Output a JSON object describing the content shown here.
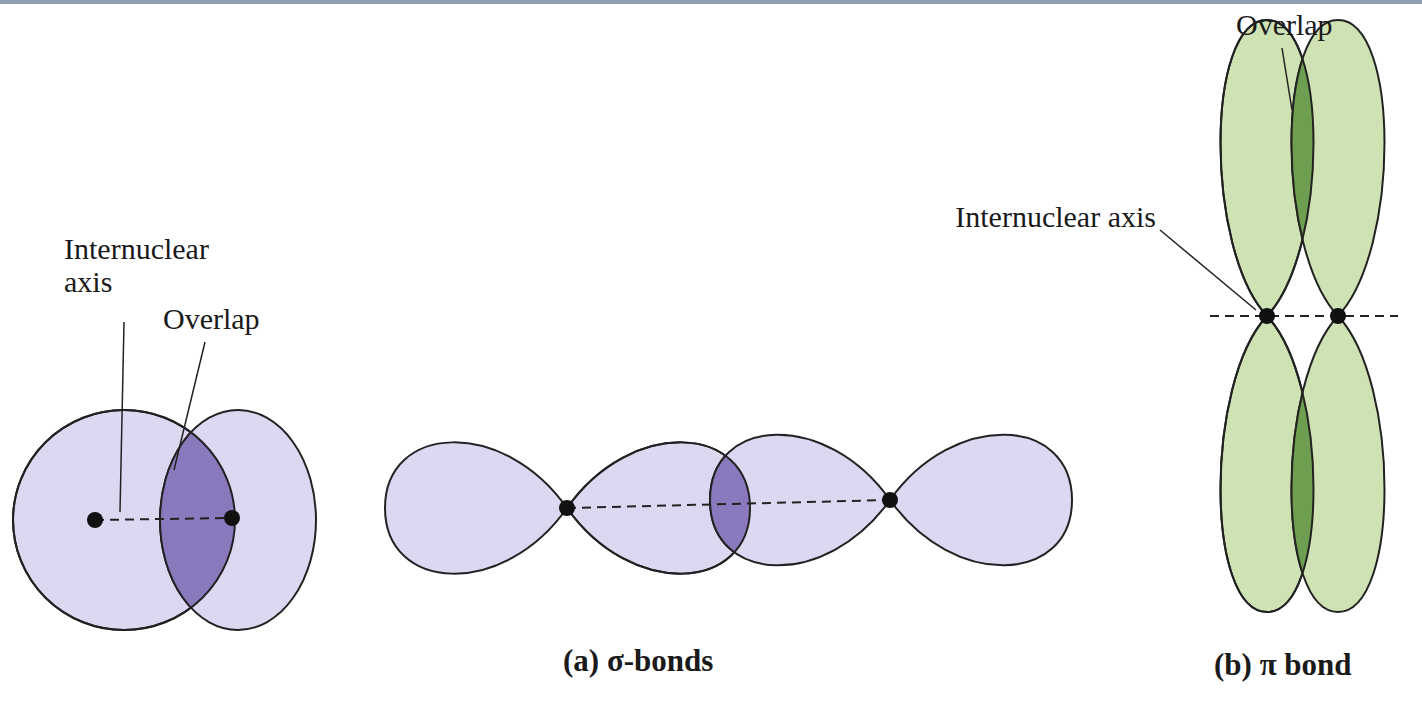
{
  "diagram": {
    "labels": [
      "Internuclear axis",
      "Overlap",
      "(a) σ-bonds",
      "Overlap",
      "Internuclear axis",
      "(b) π bond"
    ]
  }
}
